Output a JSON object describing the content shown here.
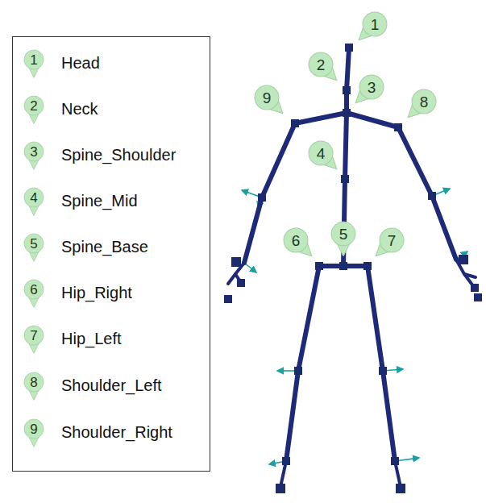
{
  "diagram": {
    "labels": [
      "1",
      "2",
      "3",
      "4",
      "5",
      "6",
      "7",
      "8",
      "9",
      "1",
      "2",
      "3",
      "4",
      "5",
      "6",
      "7",
      "8",
      "9"
    ],
    "legend": [
      {
        "text": "Head"
      },
      {
        "text": "Neck"
      },
      {
        "text": "Spine_Shoulder"
      },
      {
        "text": "Spine_Mid"
      },
      {
        "text": "Spine_Base"
      },
      {
        "text": "Hip_Right"
      },
      {
        "text": "Hip_Left"
      },
      {
        "text": "Shoulder_Left"
      },
      {
        "text": "Shoulder_Right"
      }
    ]
  }
}
